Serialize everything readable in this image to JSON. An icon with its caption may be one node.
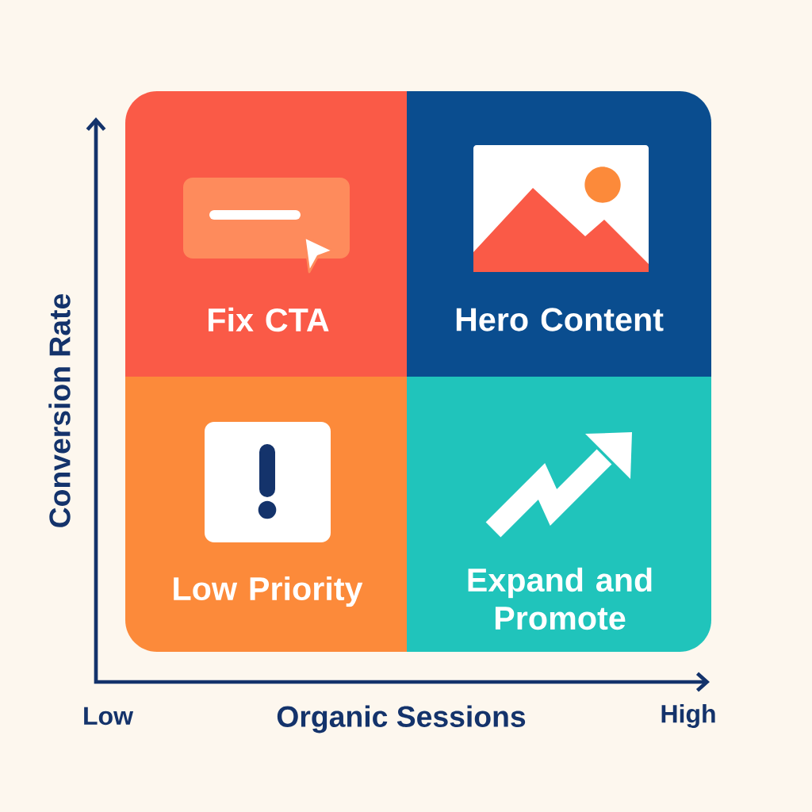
{
  "diagram": {
    "nodes": [
      {
        "text": [
          "Fix CTA"
        ]
      },
      {
        "text": [
          "Hero Content"
        ]
      },
      {
        "text": [
          "Low Priority"
        ]
      },
      {
        "text": [
          "Expand and Promote"
        ]
      }
    ],
    "labels": [
      "Conversion Rate",
      "Low",
      "Organic Sessions",
      "High"
    ]
  }
}
